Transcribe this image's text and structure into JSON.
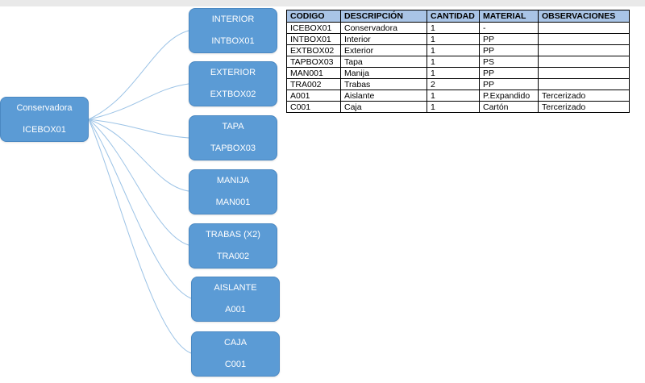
{
  "root": {
    "label": "Conservadora",
    "code": "ICEBOX01"
  },
  "components": [
    {
      "label": "INTERIOR",
      "code": "INTBOX01"
    },
    {
      "label": "EXTERIOR",
      "code": "EXTBOX02"
    },
    {
      "label": "TAPA",
      "code": "TAPBOX03"
    },
    {
      "label": "MANIJA",
      "code": "MAN001"
    },
    {
      "label": "TRABAS (X2)",
      "code": "TRA002"
    },
    {
      "label": "AISLANTE",
      "code": "A001"
    },
    {
      "label": "CAJA",
      "code": "C001"
    }
  ],
  "table": {
    "headers": [
      "CODIGO",
      "DESCRIPCIÓN",
      "CANTIDAD",
      "MATERIAL",
      "OBSERVACIONES"
    ],
    "rows": [
      [
        "ICEBOX01",
        "Conservadora",
        "1",
        "-",
        ""
      ],
      [
        "INTBOX01",
        "Interior",
        "1",
        "PP",
        ""
      ],
      [
        "EXTBOX02",
        "Exterior",
        "1",
        "PP",
        ""
      ],
      [
        "TAPBOX03",
        "Tapa",
        "1",
        "PS",
        ""
      ],
      [
        "MAN001",
        "Manija",
        "1",
        "PP",
        ""
      ],
      [
        "TRA002",
        "Trabas",
        "2",
        "PP",
        ""
      ],
      [
        "A001",
        "Aislante",
        "1",
        "P.Expandido",
        "Tercerizado"
      ],
      [
        "C001",
        "Caja",
        "1",
        "Cartón",
        "Tercerizado"
      ]
    ]
  },
  "colors": {
    "node_fill": "#5b9bd5",
    "connector": "#9cc3e6",
    "header_fill": "#a9c4e6"
  }
}
